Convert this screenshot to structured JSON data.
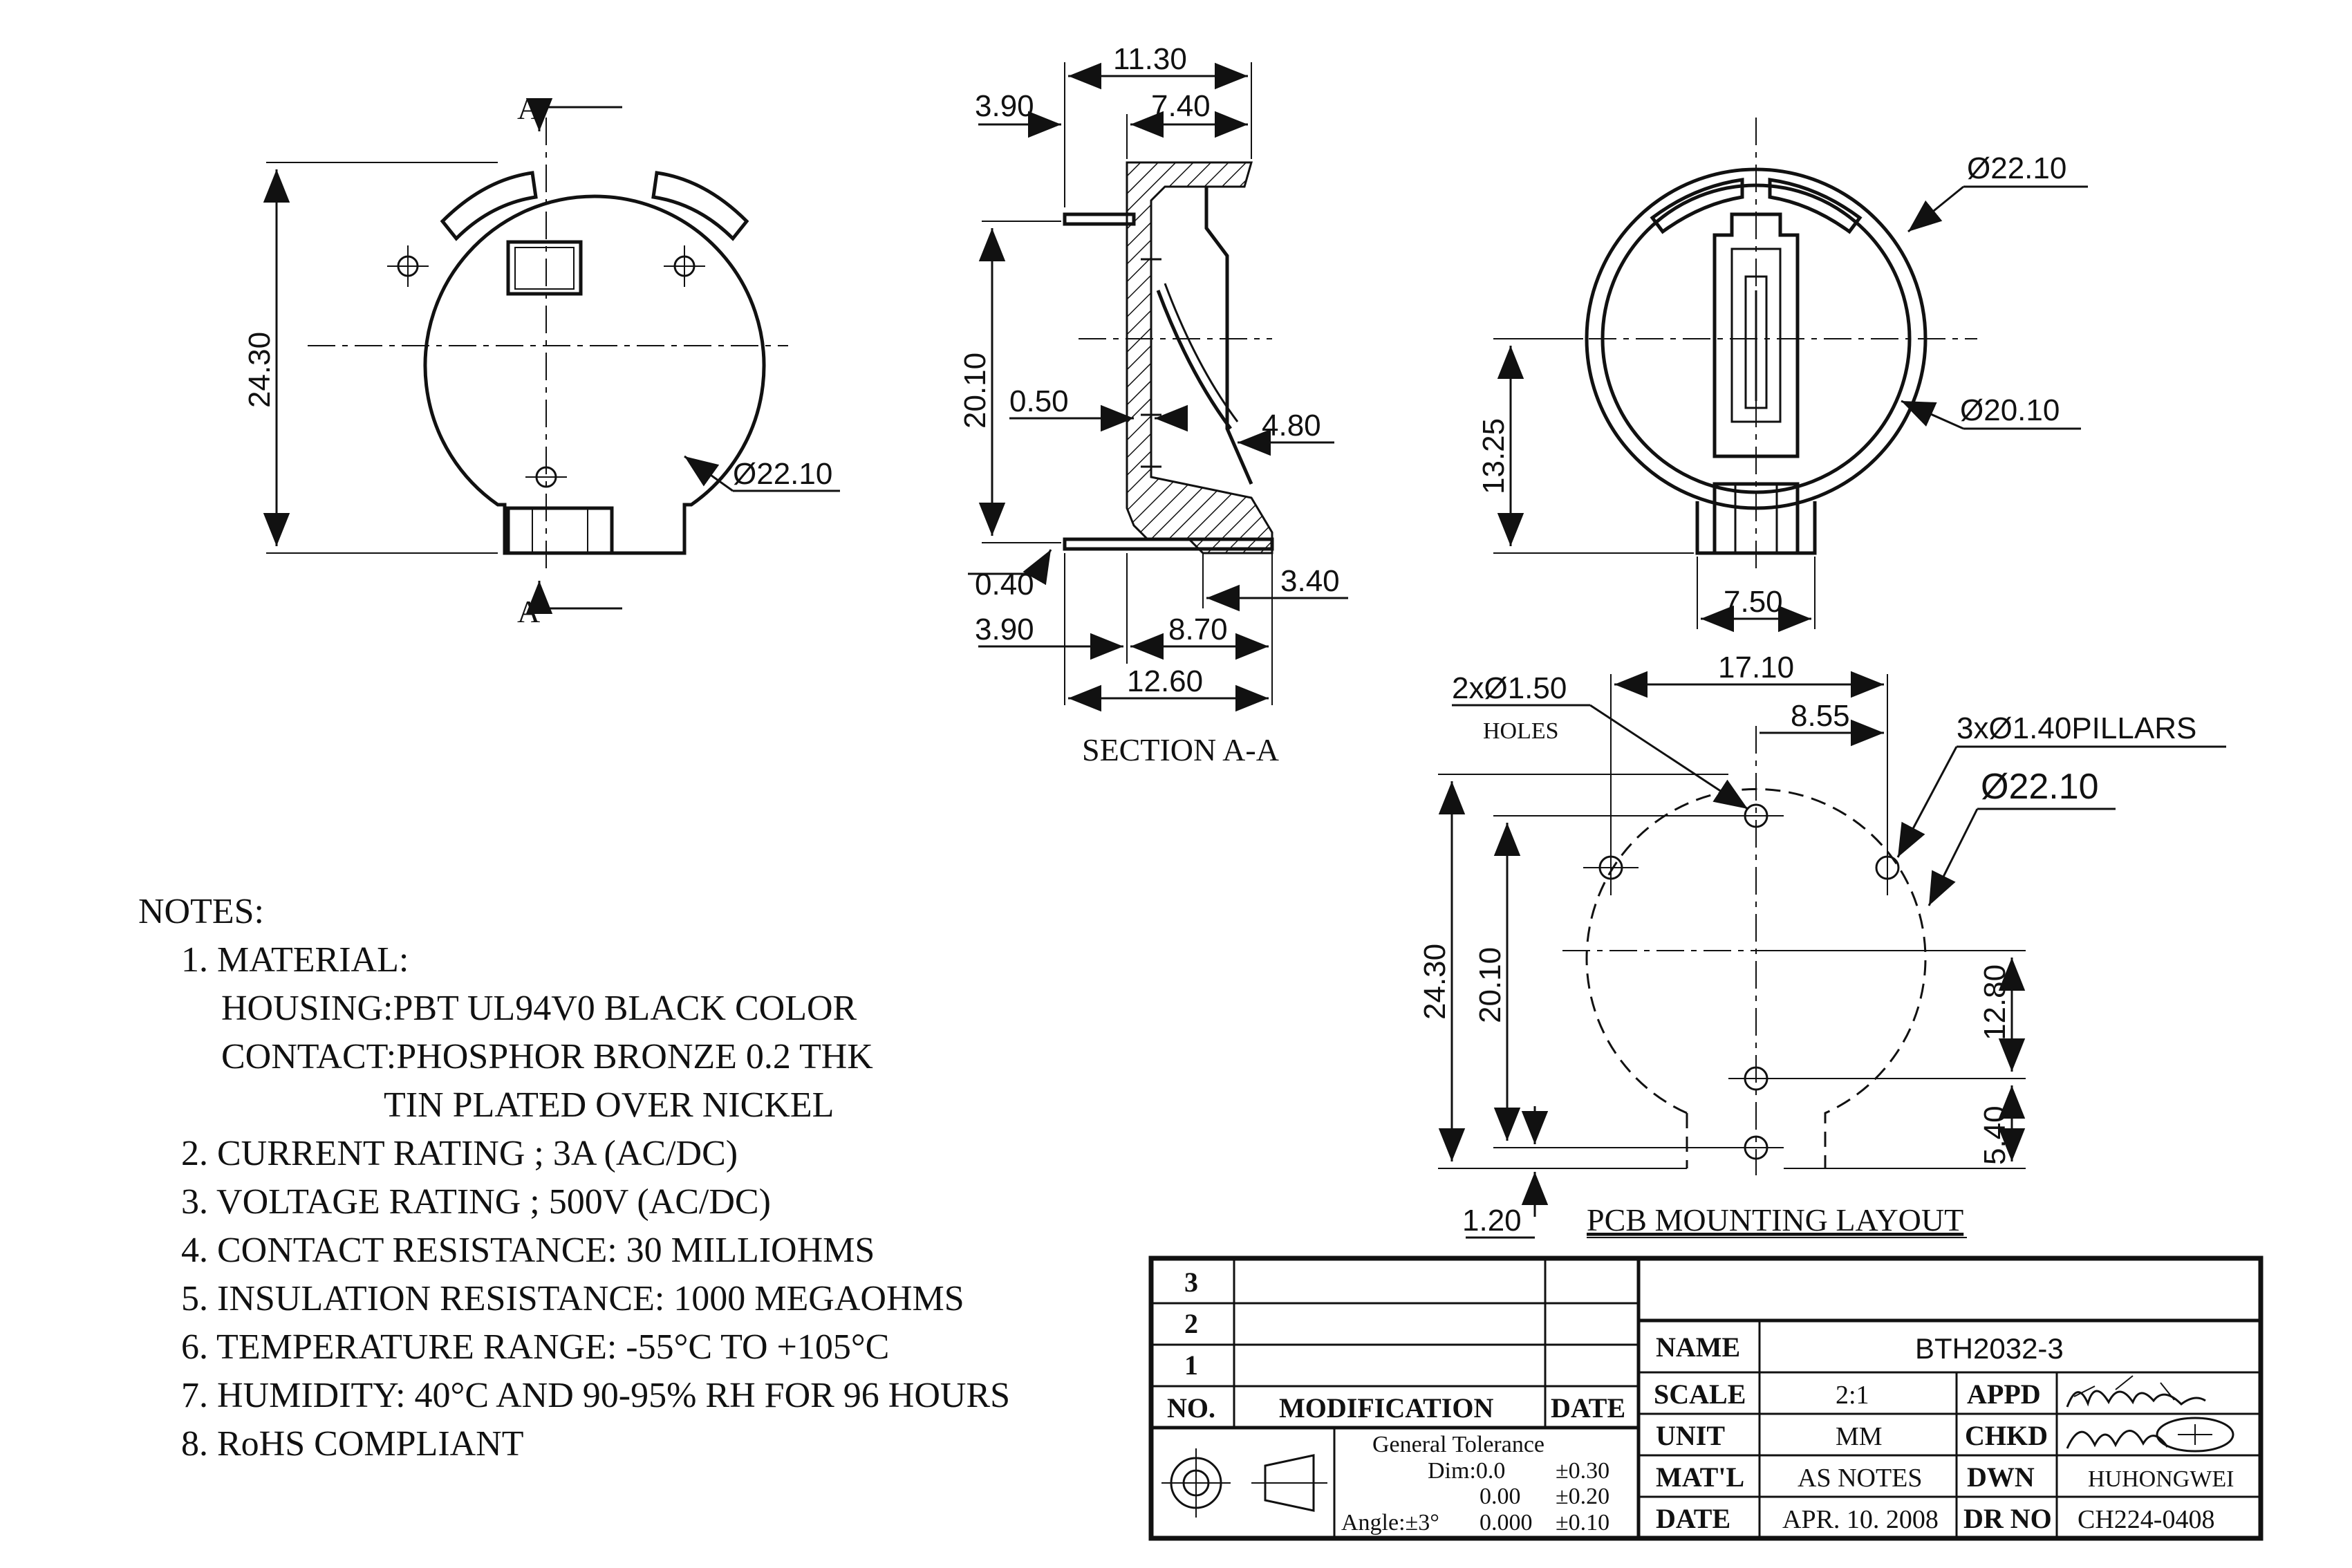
{
  "views": {
    "bottom": {
      "section_mark_top": "A",
      "section_mark_bottom": "A",
      "height_dim": "24.30",
      "diameter_dim": "Ø22.10"
    },
    "section": {
      "label": "SECTION A-A",
      "dims": {
        "total_width": "11.30",
        "left_offset": "3.90",
        "right_width": "7.40",
        "height": "20.10",
        "wall": "0.50",
        "contact": "4.80",
        "pin_thk": "0.40",
        "foot": "3.40",
        "bottom_left": "3.90",
        "bottom_mid": "8.70",
        "bottom_total": "12.60"
      }
    },
    "top": {
      "outer_dia": "Ø22.10",
      "inner_dia": "Ø20.10",
      "height_dim": "13.25",
      "tab_width": "7.50"
    },
    "pcb": {
      "label": "PCB MOUNTING LAYOUT",
      "holes_count": "2xØ1.50",
      "holes_label": "HOLES",
      "pillars": "3xØ1.40PILLARS",
      "outline_dia": "Ø22.10",
      "width_total": "17.10",
      "width_half": "8.55",
      "height_total": "24.30",
      "height_inner": "20.10",
      "right_upper": "12.80",
      "right_lower": "5.40",
      "bottom_offset": "1.20"
    }
  },
  "notes": {
    "title": "NOTES:",
    "lines": [
      "1. MATERIAL:",
      "HOUSING:PBT UL94V0 BLACK COLOR",
      "CONTACT:PHOSPHOR BRONZE 0.2 THK",
      "TIN PLATED OVER NICKEL",
      "2. CURRENT RATING ; 3A (AC/DC)",
      "3. VOLTAGE RATING ; 500V (AC/DC)",
      "4. CONTACT RESISTANCE: 30 MILLIOHMS",
      "5. INSULATION RESISTANCE: 1000 MEGAOHMS",
      "6. TEMPERATURE RANGE: -55°C TO +105°C",
      "7. HUMIDITY: 40°C AND 90-95% RH FOR 96 HOURS",
      "8. RoHS COMPLIANT"
    ]
  },
  "title_block": {
    "rev_rows": [
      "3",
      "2",
      "1"
    ],
    "col_no": "NO.",
    "col_mod": "MODIFICATION",
    "col_date": "DATE",
    "tolerance": {
      "title": "General Tolerance",
      "dim_label": "Dim:0.0",
      "dim_tol": "±0.30",
      "r2_val": "0.00",
      "r2_tol": "±0.20",
      "angle": "Angle:±3°",
      "r3_val": "0.000",
      "r3_tol": "±0.10"
    },
    "name_label": "NAME",
    "name_value": "BTH2032-3",
    "scale_label": "SCALE",
    "scale_value": "2:1",
    "unit_label": "UNIT",
    "unit_value": "MM",
    "mat_label": "MAT'L",
    "mat_value": "AS NOTES",
    "date_label": "DATE",
    "date_value": "APR. 10. 2008",
    "appd_label": "APPD",
    "chkd_label": "CHKD",
    "dwn_label": "DWN",
    "dwn_value": "HUHONGWEI",
    "drno_label": "DR NO",
    "drno_value": "CH224-0408"
  }
}
